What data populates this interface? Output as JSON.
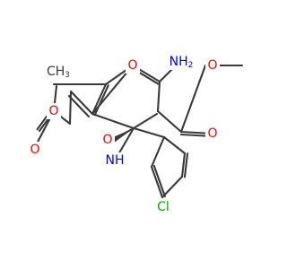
{
  "structure_diagram": {
    "colors": {
      "bond": "#3a3a3a",
      "oxygen": "#ff0000",
      "nitrogen": "#0000ff",
      "chlorine": "#00aa00",
      "background": "#ffffff"
    },
    "labels": {
      "ring_oxygen_top": "O",
      "amino": "NH2",
      "ester_carbonyl_oxygen": "O",
      "ester_ether_oxygen": "O",
      "methyl_group": "CH3",
      "lactone_ring_oxygen": "O",
      "lactone_carbonyl_oxygen": "O",
      "oxindole_carbonyl_oxygen": "O",
      "nh_group": "NH",
      "chloro": "Cl"
    }
  }
}
